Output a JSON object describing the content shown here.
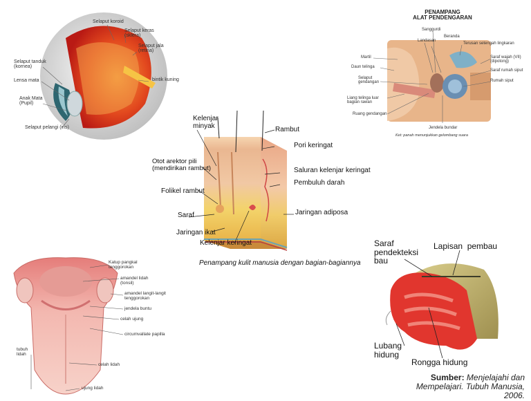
{
  "eye": {
    "labels": {
      "koroid": "Selaput koroid",
      "keras": "Selaput keras\n(sklera)",
      "jala": "Selaput jala\n(retina)",
      "tanduk": "Selaput tanduk\n(kornea)",
      "lensa": "Lensa mata",
      "anak": "Anak Mata\n(Pupil)",
      "kuning": "bintik kuning",
      "pelangi": "Selaput pelangi (iris)"
    }
  },
  "ear": {
    "title": "PENAMPANG\nALAT PENDENGARAN",
    "labels": {
      "sanggurdi": "Sanggurdi",
      "landasan": "Landasan",
      "beranda": "Beranda",
      "terusan": "Terusan setengah lingkaran",
      "martil": "Martil",
      "daun": "Daun telinga",
      "saraf_wajah": "Saraf wajah (VII)\n(dipotong)",
      "saraf_rumah": "Saraf rumah siput",
      "gendangan": "Selaput\ngendangan",
      "rumah_siput": "Rumah siput",
      "liang": "Liang telinga luar\nbagian rawan",
      "ruang": "Ruang gendangan",
      "jendela": "Jendela bundar"
    },
    "caption": "Ket: panah menunjukkan gelombang suara"
  },
  "skin": {
    "labels": {
      "kelenjar_minyak": "Kelenjar\nminyak",
      "rambut": "Rambut",
      "pori": "Pori keringat",
      "otot": "Otot arektor pili\n(mendirikan rambut)",
      "saluran": "Saluran kelenjar keringat",
      "pembuluh": "Pembuluh darah",
      "folikel": "Folikel rambut",
      "saraf": "Saraf",
      "adiposa": "Jaringan adiposa",
      "ikat": "Jaringan ikat",
      "keringat": "Kelenjar keringat"
    },
    "caption": "Penampang kulit manusia dengan bagian-bagiannya"
  },
  "tongue": {
    "labels": {
      "katup": "Katup pangkal\ntenggorokan",
      "amandel_lidah": "amandel lidah\n(tonsil)",
      "amandel_langit": "amandel langit-langit\ntenggorokan",
      "jendela_buntu": "jendela buntu",
      "celah_ujung": "celah ujung",
      "circumvallate": "circumvallate papilla",
      "tubuh": "tubuh\nlidah",
      "celah_lidah": "celah lidah",
      "ujung": "ujung lidah"
    }
  },
  "nose": {
    "labels": {
      "saraf": "Saraf\npendekteksi\nbau",
      "lapisan": "Lapisan  pembau",
      "lubang": "Lubang\nhidung",
      "rongga": "Rongga hidung"
    },
    "source_bold": "Sumber:",
    "source_text": " Menjelajahi dan\nMempelajari. Tubuh Manusia,\n2006."
  },
  "colors": {
    "eye_red": "#d9261c",
    "eye_orange": "#f08a3a",
    "skin_tan": "#f2c79a",
    "skin_pink": "#e88a8a",
    "fat_yellow": "#f3d36a",
    "tongue_pink": "#f2b3ae",
    "nose_red": "#e02a2a",
    "bone_olive": "#b8a658"
  }
}
